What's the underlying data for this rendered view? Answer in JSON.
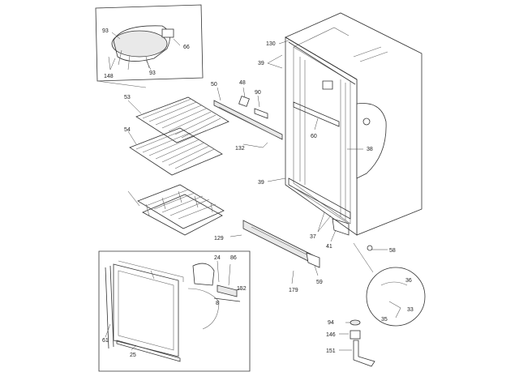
{
  "diagram": {
    "labels": {
      "compressor_93a": "93",
      "compressor_66": "66",
      "compressor_148": "148",
      "compressor_93b": "93",
      "part_130": "130",
      "part_39a": "39",
      "part_50": "50",
      "part_48": "48",
      "part_90": "90",
      "part_53": "53",
      "part_54": "54",
      "part_60": "60",
      "part_38": "38",
      "part_132": "132",
      "part_39b": "39",
      "part_37": "37",
      "part_41": "41",
      "part_58": "58",
      "part_129": "129",
      "part_59": "59",
      "part_179": "179",
      "part_24": "24",
      "part_86": "86",
      "part_152": "152",
      "part_8": "8",
      "part_61": "61",
      "part_25": "25",
      "part_36": "36",
      "part_33": "33",
      "part_35": "35",
      "part_94": "94",
      "part_146": "146",
      "part_151": "151"
    }
  }
}
